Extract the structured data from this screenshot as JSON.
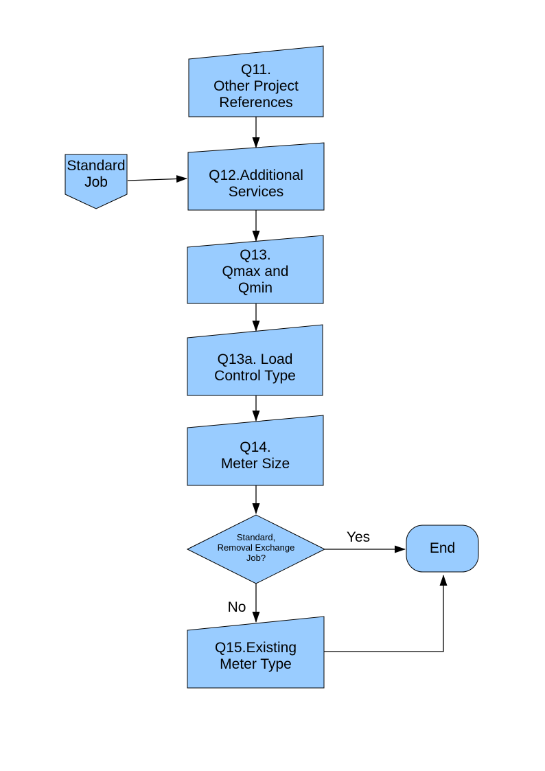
{
  "page": {
    "background": "#ffffff"
  },
  "diagram": {
    "type": "flowchart",
    "node_fill": "#99ccff",
    "node_border": "#000000",
    "line_color": "#000000",
    "text_color": "#000000",
    "nodes": {
      "q11": {
        "label": "Q11.\nOther Project\nReferences",
        "shape": "slant-top-process"
      },
      "standard_job": {
        "label": "Standard\nJob",
        "shape": "off-page-connector"
      },
      "q12": {
        "label": "Q12.Additional\nServices",
        "shape": "slant-top-process"
      },
      "q13": {
        "label": "Q13.\nQmax and\nQmin",
        "shape": "slant-top-process"
      },
      "q13a": {
        "label": "Q13a. Load\nControl Type",
        "shape": "slant-top-process"
      },
      "q14": {
        "label": "Q14.\nMeter Size",
        "shape": "slant-top-process"
      },
      "decision": {
        "label": "Standard,\nRemoval Exchange\nJob?",
        "shape": "decision-diamond"
      },
      "end": {
        "label": "End",
        "shape": "terminator"
      },
      "q15": {
        "label": "Q15.Existing\nMeter Type",
        "shape": "slant-top-process"
      }
    },
    "edge_labels": {
      "yes": "Yes",
      "no": "No"
    },
    "edges": [
      {
        "from": "q11",
        "to": "q12"
      },
      {
        "from": "standard_job",
        "to": "q12"
      },
      {
        "from": "q12",
        "to": "q13"
      },
      {
        "from": "q13",
        "to": "q13a"
      },
      {
        "from": "q13a",
        "to": "q14"
      },
      {
        "from": "q14",
        "to": "decision"
      },
      {
        "from": "decision",
        "to": "end",
        "label": "Yes"
      },
      {
        "from": "decision",
        "to": "q15",
        "label": "No"
      },
      {
        "from": "q15",
        "to": "end"
      }
    ]
  }
}
